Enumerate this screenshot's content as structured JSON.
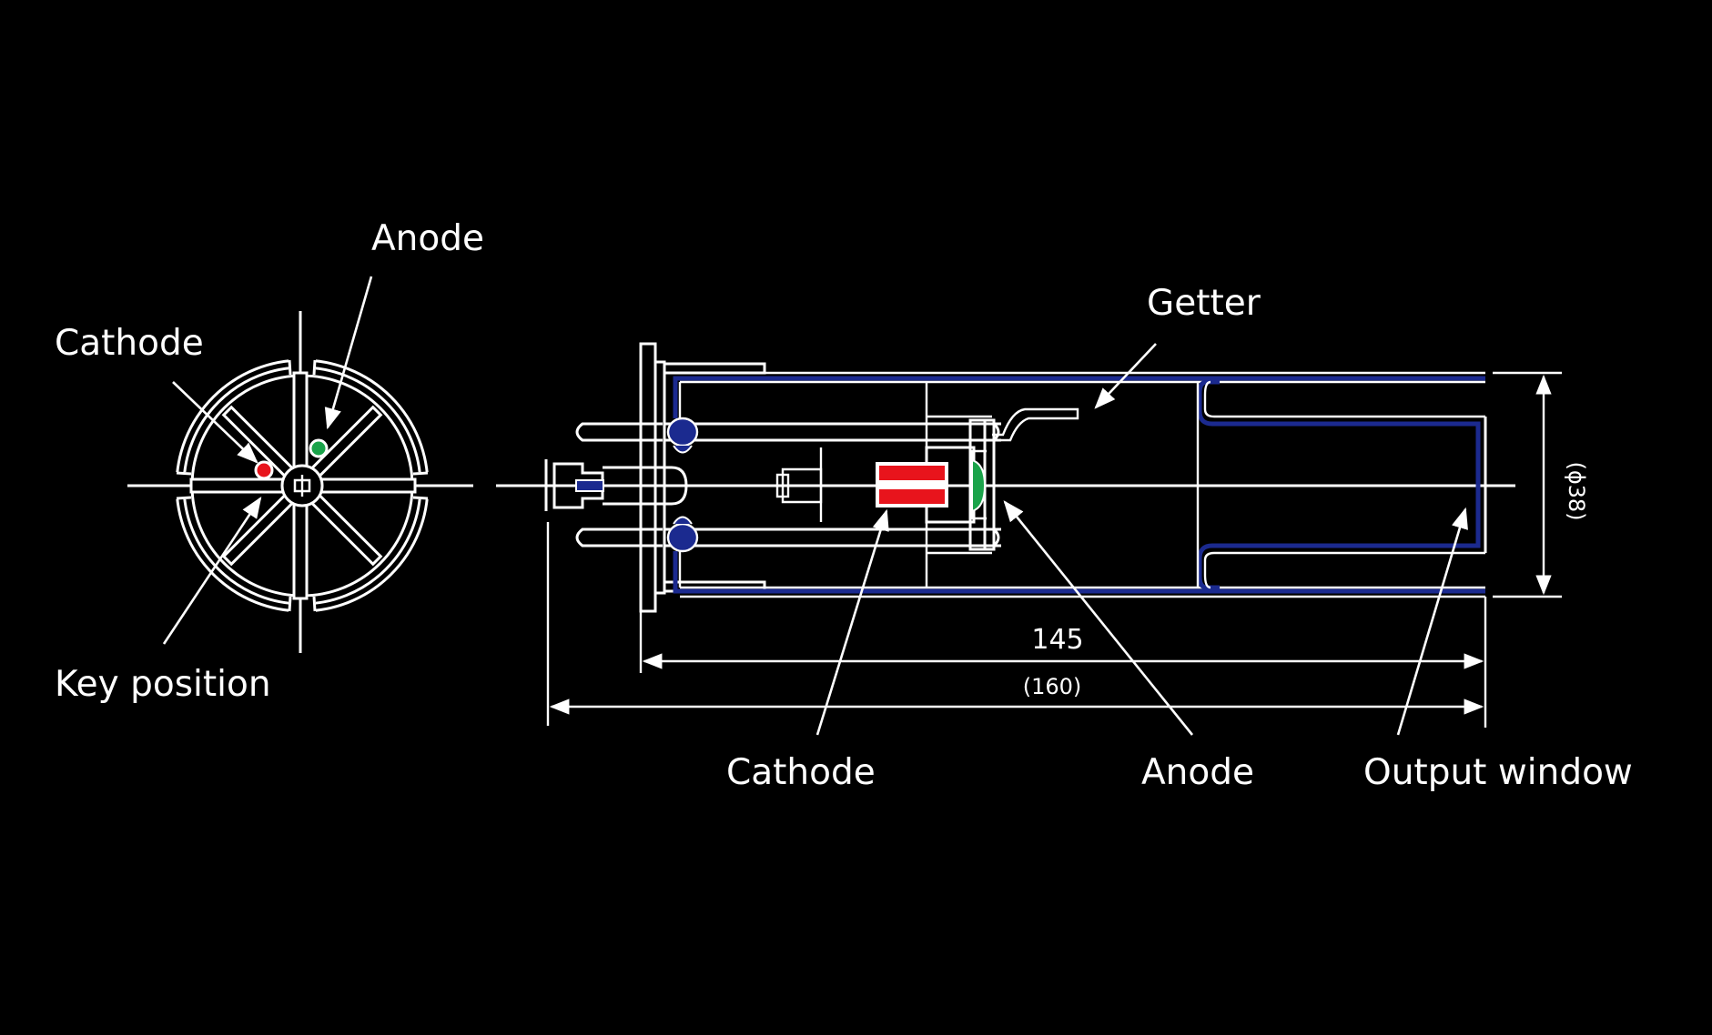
{
  "end_view": {
    "labels": {
      "anode": "Anode",
      "cathode": "Cathode",
      "key_position": "Key position"
    }
  },
  "side_view": {
    "labels": {
      "getter": "Getter",
      "cathode": "Cathode",
      "anode": "Anode",
      "output_window": "Output window"
    },
    "dimensions": {
      "length_body": "145",
      "length_overall": "(160)",
      "diameter": "(ϕ38)"
    }
  },
  "colors": {
    "background": "#000000",
    "line": "#ffffff",
    "glass_seal": "#1b2a8f",
    "cathode": "#e8141c",
    "anode": "#1aa34a"
  }
}
